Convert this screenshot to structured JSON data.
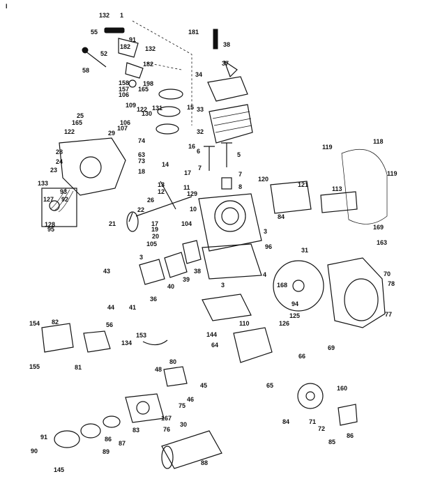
{
  "diagram": {
    "corner_mark": "I",
    "callouts": [
      "132",
      "1",
      "55",
      "91",
      "182",
      "132",
      "52",
      "58",
      "182",
      "158",
      "157",
      "106",
      "198",
      "165",
      "181",
      "38",
      "37",
      "34",
      "15",
      "131",
      "33",
      "109",
      "122",
      "130",
      "25",
      "165",
      "106",
      "107",
      "122",
      "28",
      "74",
      "63",
      "73",
      "32",
      "6",
      "5",
      "16",
      "14",
      "17",
      "7",
      "7",
      "18",
      "8",
      "119",
      "118",
      "119",
      "121",
      "120",
      "113",
      "24",
      "23",
      "29",
      "133",
      "93",
      "127",
      "92",
      "128",
      "95",
      "26",
      "22",
      "13",
      "12",
      "11",
      "129",
      "10",
      "104",
      "21",
      "17",
      "19",
      "20",
      "105",
      "3",
      "84",
      "169",
      "3",
      "96",
      "31",
      "163",
      "43",
      "44",
      "41",
      "36",
      "40",
      "39",
      "38",
      "3",
      "4",
      "168",
      "70",
      "78",
      "77",
      "94",
      "125",
      "126",
      "66",
      "69",
      "110",
      "144",
      "64",
      "154",
      "82",
      "56",
      "155",
      "81",
      "134",
      "153",
      "80",
      "48",
      "45",
      "46",
      "75",
      "167",
      "65",
      "160",
      "84",
      "71",
      "72",
      "85",
      "86",
      "30",
      "76",
      "88",
      "91",
      "90",
      "145",
      "89",
      "86",
      "87",
      "83"
    ]
  }
}
